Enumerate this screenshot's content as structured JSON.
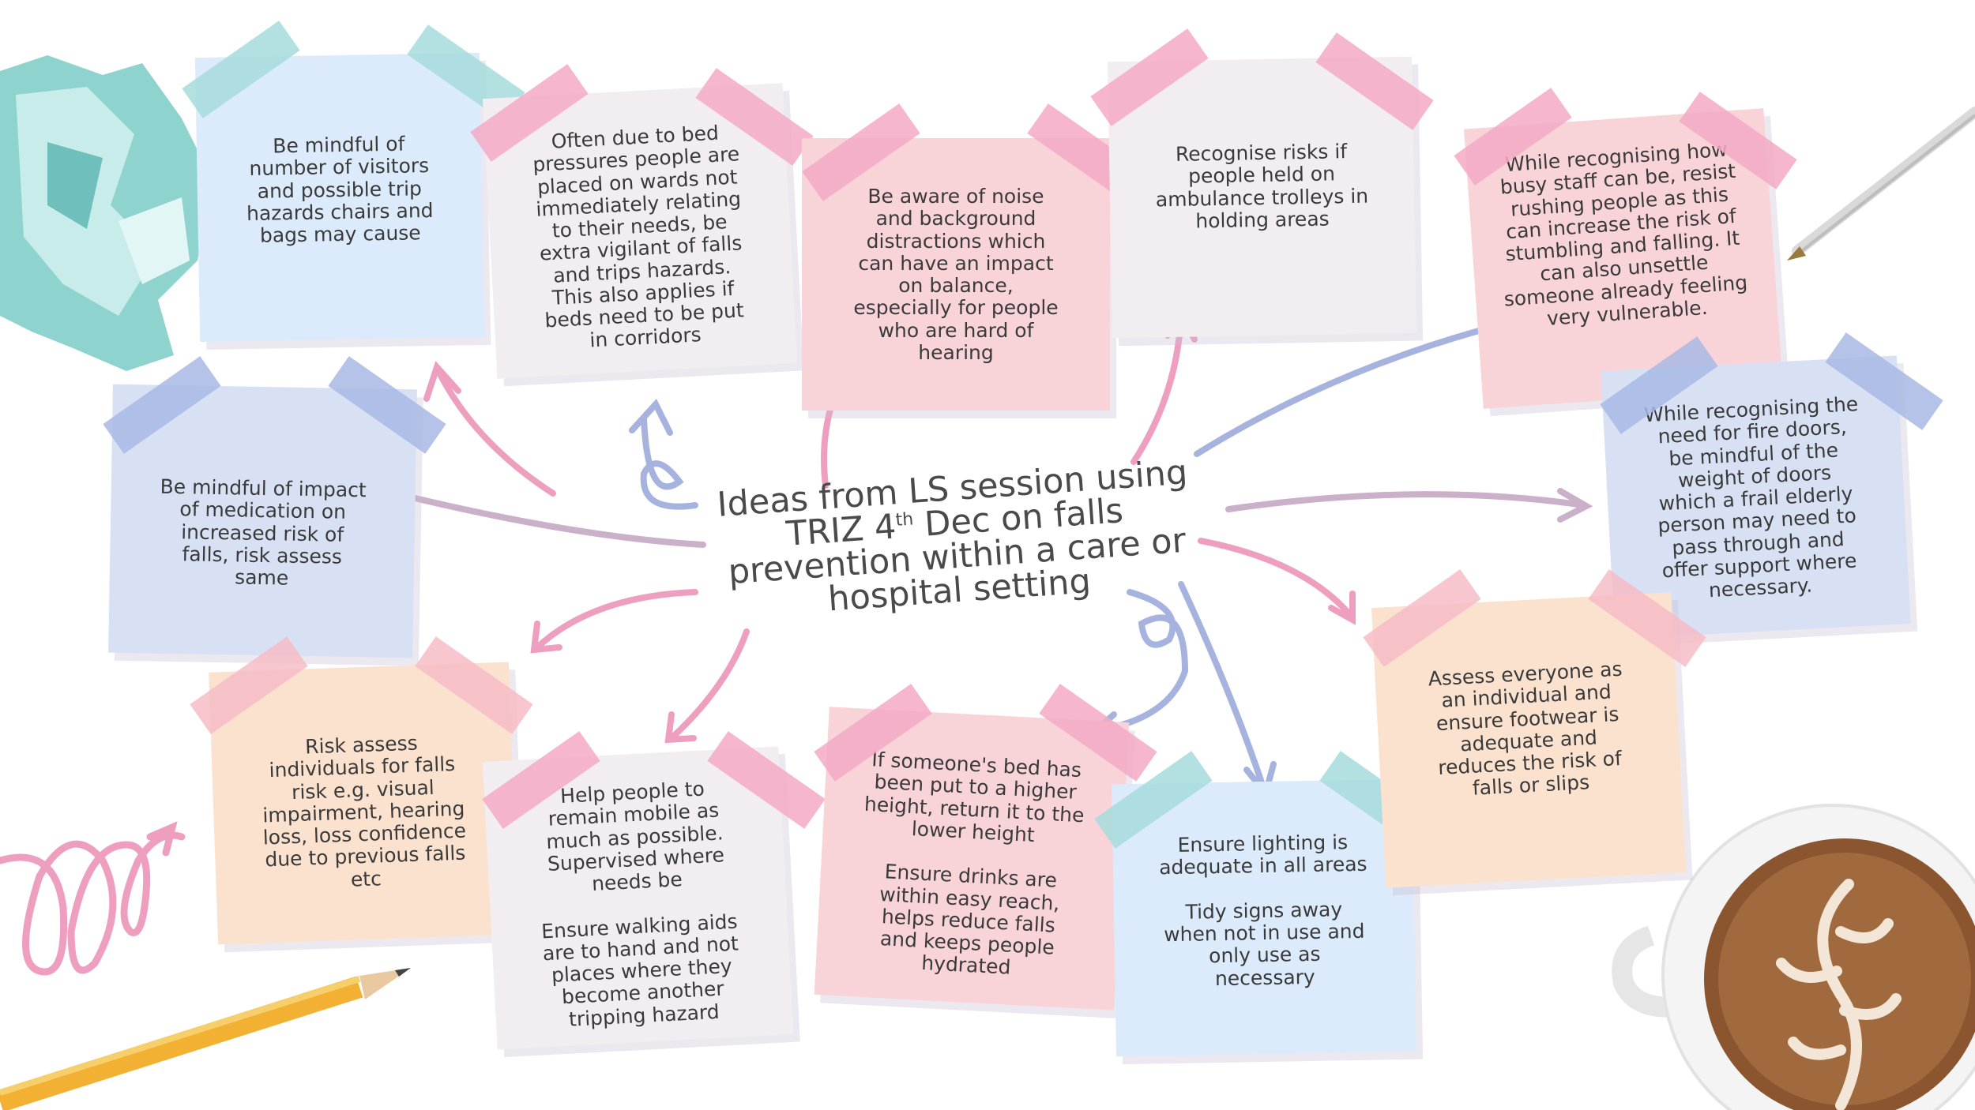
{
  "title": {
    "line1": "Ideas from LS session using",
    "line2a": "TRIZ 4",
    "line2sup": "th",
    "line2b": " Dec on falls",
    "line3": "prevention within a care or",
    "line4": "hospital setting"
  },
  "notes": [
    {
      "id": "visitors",
      "text": "Be mindful of\nnumber of visitors\nand possible trip\nhazards chairs and\nbags may cause"
    },
    {
      "id": "bed-pressures",
      "text": "Often due to bed\npressures people are\nplaced on wards not\nimmediately relating\nto their needs, be\nextra vigilant of falls\nand trips hazards.\nThis also applies if\nbeds need to be put\nin corridors"
    },
    {
      "id": "noise",
      "text": "Be aware of noise\nand background\ndistractions which\ncan have an impact\non balance,\nespecially for people\nwho are hard of\nhearing"
    },
    {
      "id": "ambulance",
      "text": "Recognise risks if\npeople held on\nambulance trolleys in\nholding areas"
    },
    {
      "id": "busy-staff",
      "text": "While recognising how\nbusy staff can be, resist\nrushing people as this\ncan increase the risk of\nstumbling and falling. It\ncan also unsettle\nsomeone already feeling\nvery vulnerable."
    },
    {
      "id": "medication",
      "text": "Be mindful of impact\nof medication on\nincreased risk of\nfalls, risk assess\nsame"
    },
    {
      "id": "fire-doors",
      "text": "While recognising the\nneed for fire doors,\nbe mindful of the\nweight of doors\nwhich a frail elderly\nperson may need to\npass through and\noffer support where\nnecessary."
    },
    {
      "id": "risk-assess",
      "text": "Risk assess\nindividuals for falls\nrisk e.g. visual\nimpairment, hearing\nloss, loss confidence\ndue to previous falls\netc"
    },
    {
      "id": "mobile",
      "text": "Help people to\nremain mobile as\nmuch as possible.\nSupervised where\nneeds be\n\nEnsure walking aids\nare to hand and not\nplaces where they\nbecome another\ntripping hazard"
    },
    {
      "id": "bed-height",
      "text": "If someone's bed has\nbeen put to a higher\nheight, return it to the\nlower height\n\nEnsure drinks are\nwithin easy reach,\nhelps reduce falls\nand keeps people\nhydrated"
    },
    {
      "id": "lighting",
      "text": "Ensure lighting is\nadequate in all areas\n\nTidy signs away\nwhen not in use and\nonly use as\nnecessary"
    },
    {
      "id": "footwear",
      "text": "Assess everyone as\nan individual and\nensure footwear is\nadequate and\nreduces the risk of\nfalls or slips"
    }
  ],
  "colors": {
    "blue": "#dcebfb",
    "pink": "#f8d3d8",
    "grey": "#f2edf0",
    "lavender": "#d8e0f4",
    "peach": "#fbe2cf",
    "arrow_pink": "#ee9fc0",
    "arrow_lavender": "#a6b3de",
    "arrow_mauve": "#cbb0c9"
  },
  "decorations": [
    "crumpled-paper",
    "pen",
    "pencil",
    "coffee-cup",
    "pink-squiggle"
  ]
}
